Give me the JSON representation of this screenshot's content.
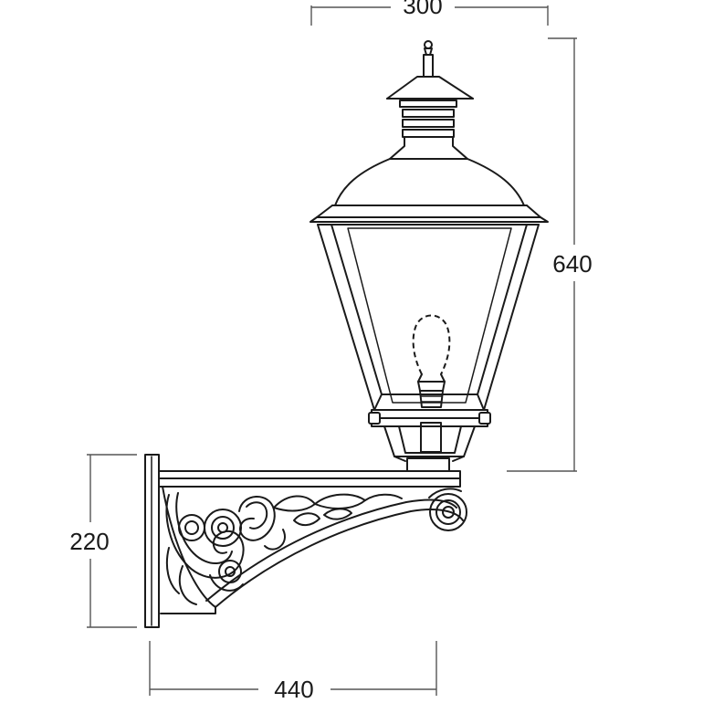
{
  "dimensions": {
    "top_width": "300",
    "lamp_height": "640",
    "bracket_height": "220",
    "projection": "440"
  },
  "colors": {
    "line": "#1a1a1a",
    "extension": "#555555",
    "background": "#ffffff"
  }
}
